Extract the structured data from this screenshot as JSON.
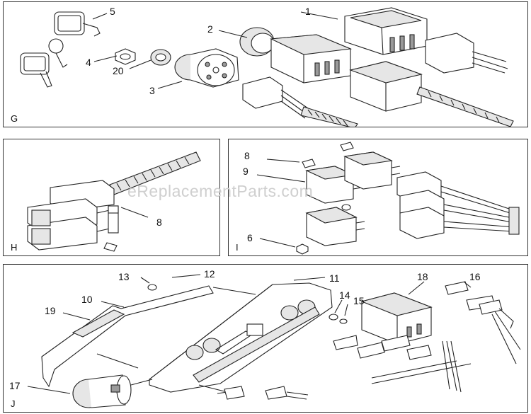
{
  "panels": [
    {
      "letter": "G",
      "callouts": [
        "5",
        "1",
        "2",
        "4",
        "20",
        "3"
      ]
    },
    {
      "letter": "H",
      "callouts": [
        "8"
      ]
    },
    {
      "letter": "I",
      "callouts": [
        "8",
        "9",
        "6"
      ]
    },
    {
      "letter": "J",
      "callouts": [
        "13",
        "12",
        "11",
        "10",
        "19",
        "14",
        "15",
        "18",
        "16",
        "17"
      ]
    }
  ],
  "watermark": "eReplacementParts.com"
}
